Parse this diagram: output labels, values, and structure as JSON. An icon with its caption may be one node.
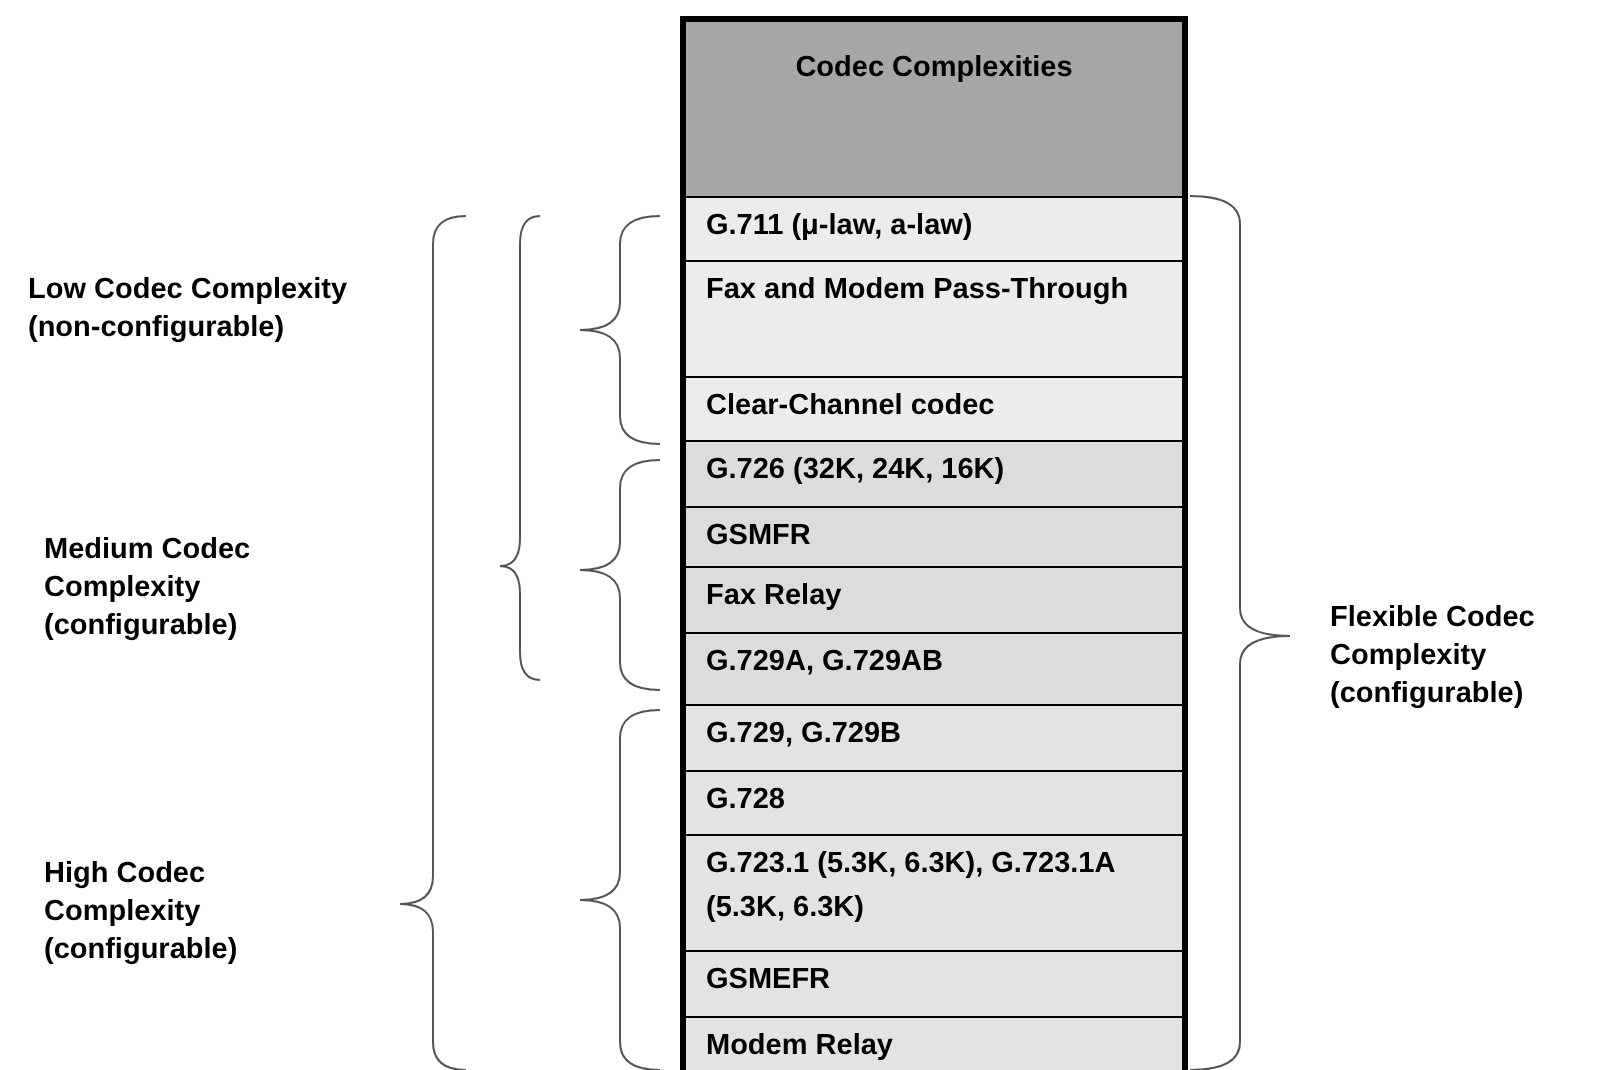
{
  "diagram": {
    "labels": [
      "Codec Complexities",
      "G.711 (μ-law, a-law)",
      "Fax and Modem Pass-Through",
      "Clear-Channel codec",
      "G.726 (32K, 24K, 16K)",
      "GSMFR",
      "Fax Relay",
      "G.729A, G.729AB",
      "G.729, G.729B",
      "G.728",
      "G.723.1 (5.3K, 6.3K), G.723.1A (5.3K, 6.3K)",
      "GSMEFR",
      "Modem Relay",
      "Low Codec Complexity (non-configurable)",
      "Medium Codec Complexity (configurable)",
      "High Codec Complexity (configurable)",
      "Flexible Codec Complexity (configurable)"
    ]
  }
}
